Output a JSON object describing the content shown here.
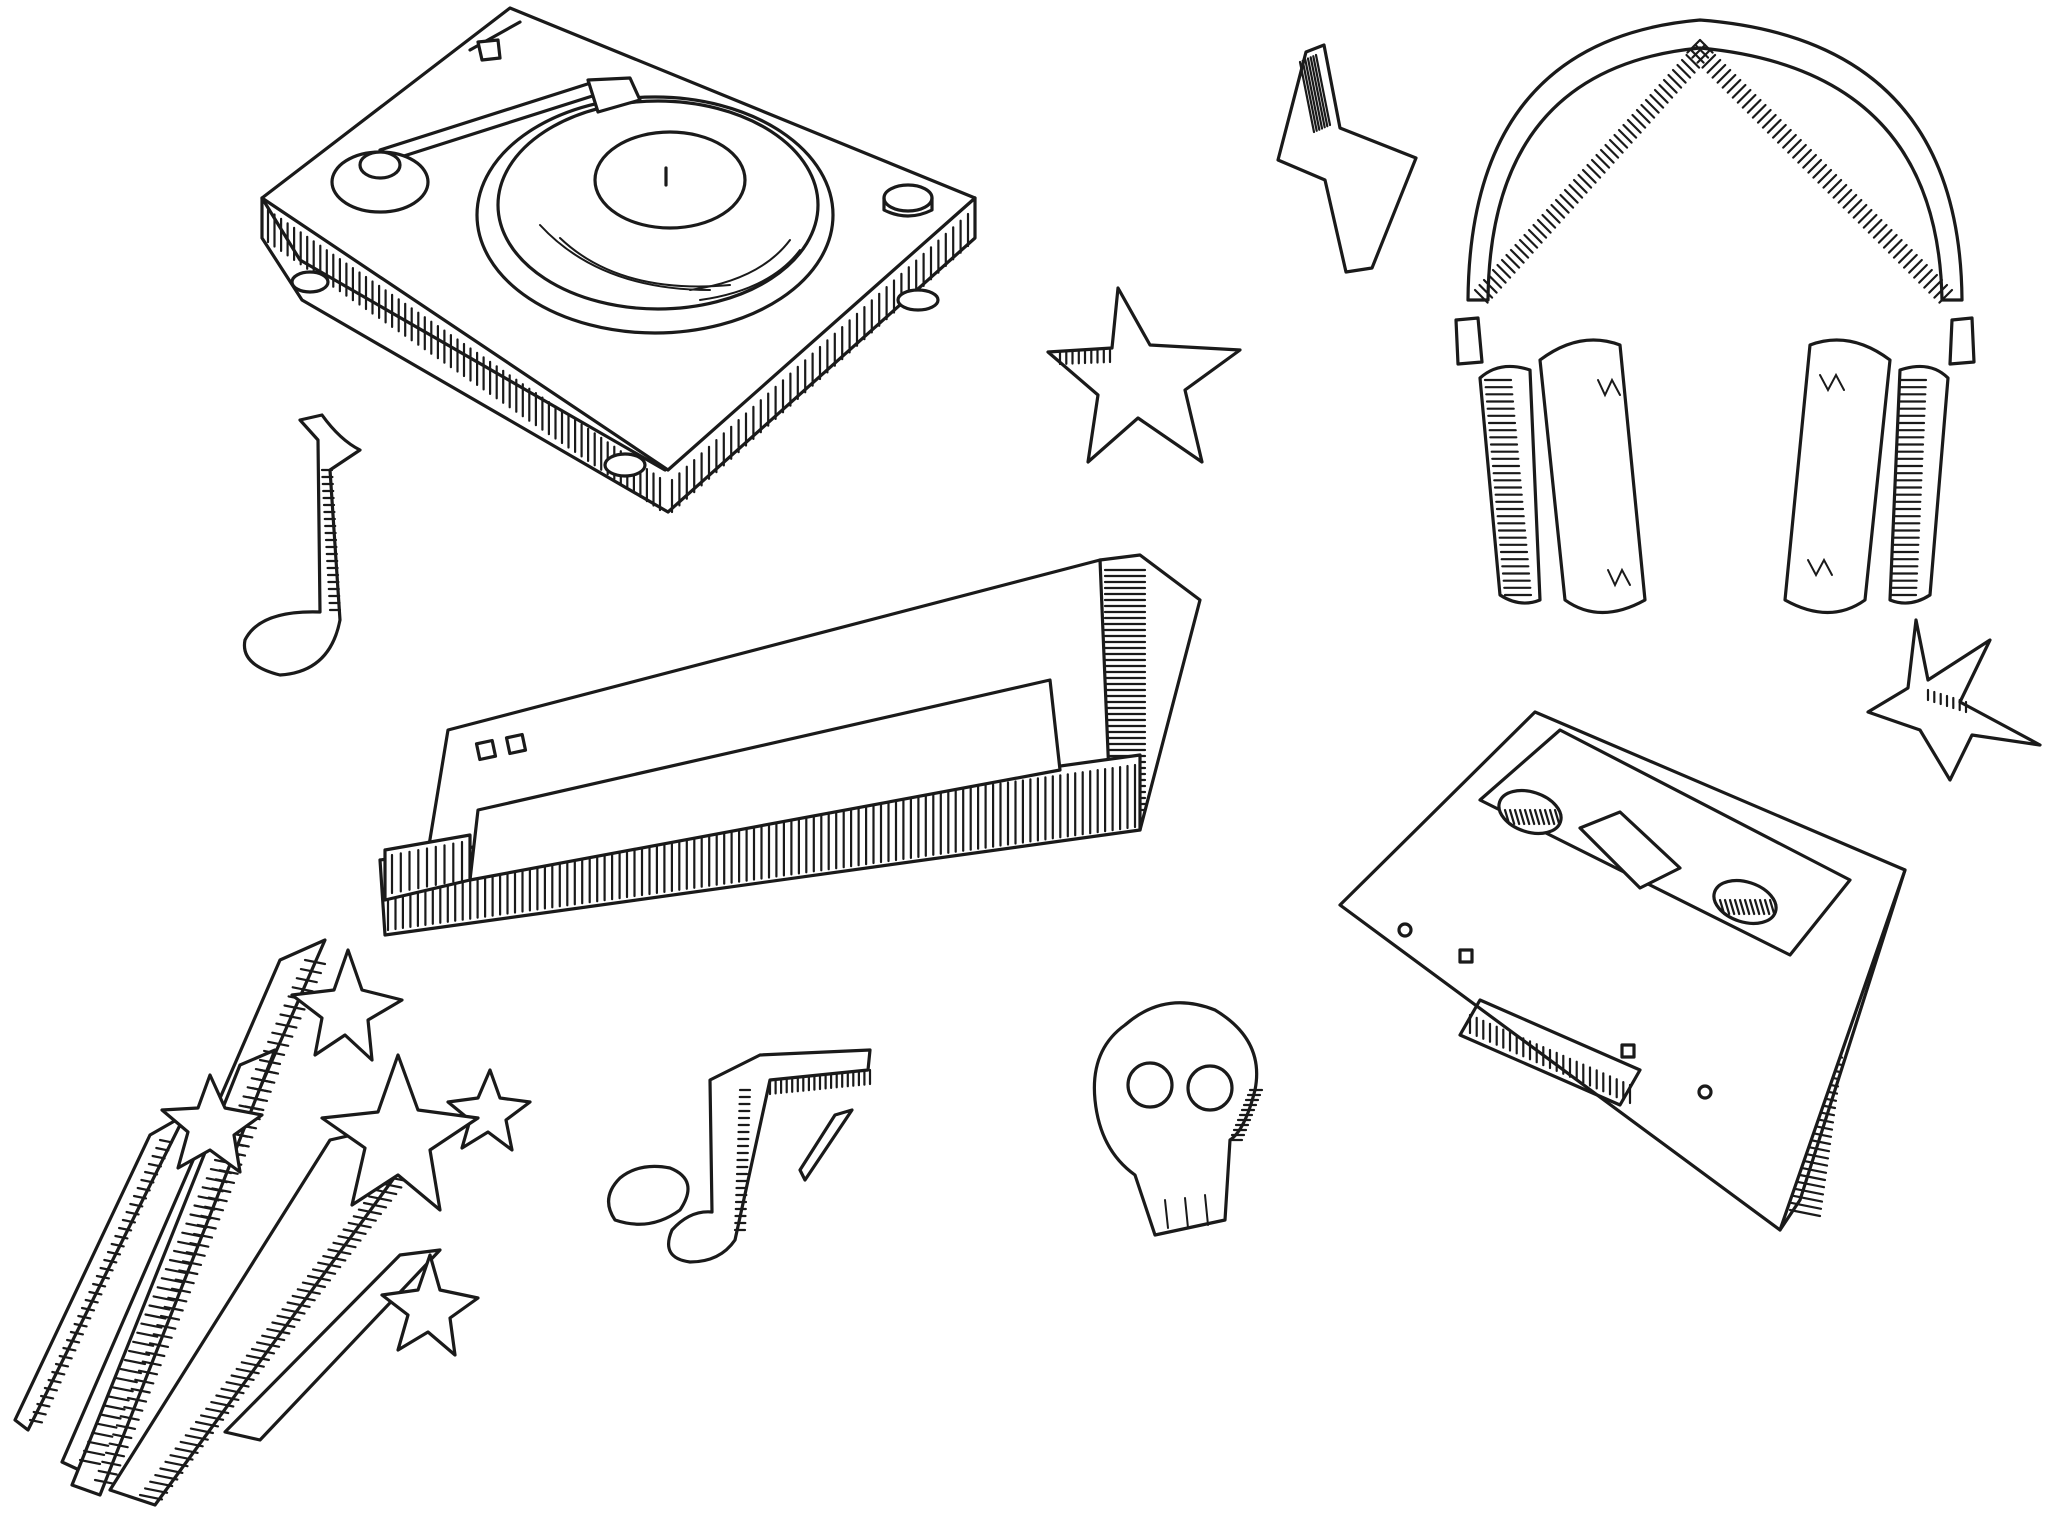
{
  "scene": {
    "background_color": "#ffffff",
    "ink_color": "#1a1a1a",
    "style": "hand-drawn black ink doodles",
    "items": [
      {
        "id": "turntable",
        "icon": "turntable-icon"
      },
      {
        "id": "headphones",
        "icon": "headphones-icon"
      },
      {
        "id": "keyboard",
        "icon": "keyboard-synth-icon"
      },
      {
        "id": "cassette",
        "icon": "cassette-tape-icon"
      },
      {
        "id": "eighth-note",
        "icon": "music-note-icon"
      },
      {
        "id": "beamed-notes",
        "icon": "beamed-notes-icon"
      },
      {
        "id": "skull",
        "icon": "skull-icon"
      },
      {
        "id": "lightning-bolt",
        "icon": "lightning-bolt-icon"
      },
      {
        "id": "star-center",
        "icon": "star-icon"
      },
      {
        "id": "star-right",
        "icon": "star-icon"
      },
      {
        "id": "shooting-stars",
        "icon": "shooting-stars-icon"
      }
    ]
  }
}
